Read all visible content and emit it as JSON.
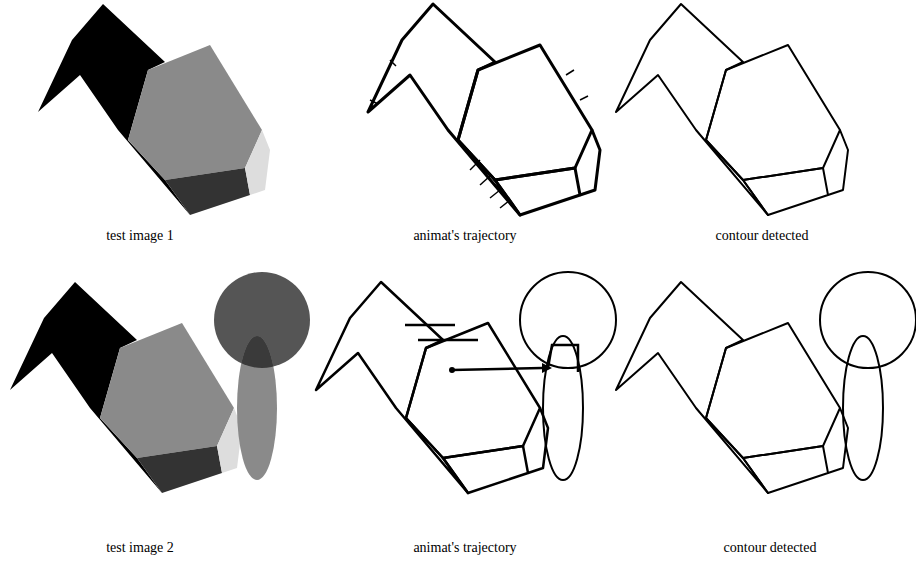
{
  "diagram": {
    "labels": [
      "test image 1",
      "animat's trajectory",
      "contour detected",
      "test image 2",
      "animat's trajectory",
      "contour detected"
    ]
  }
}
